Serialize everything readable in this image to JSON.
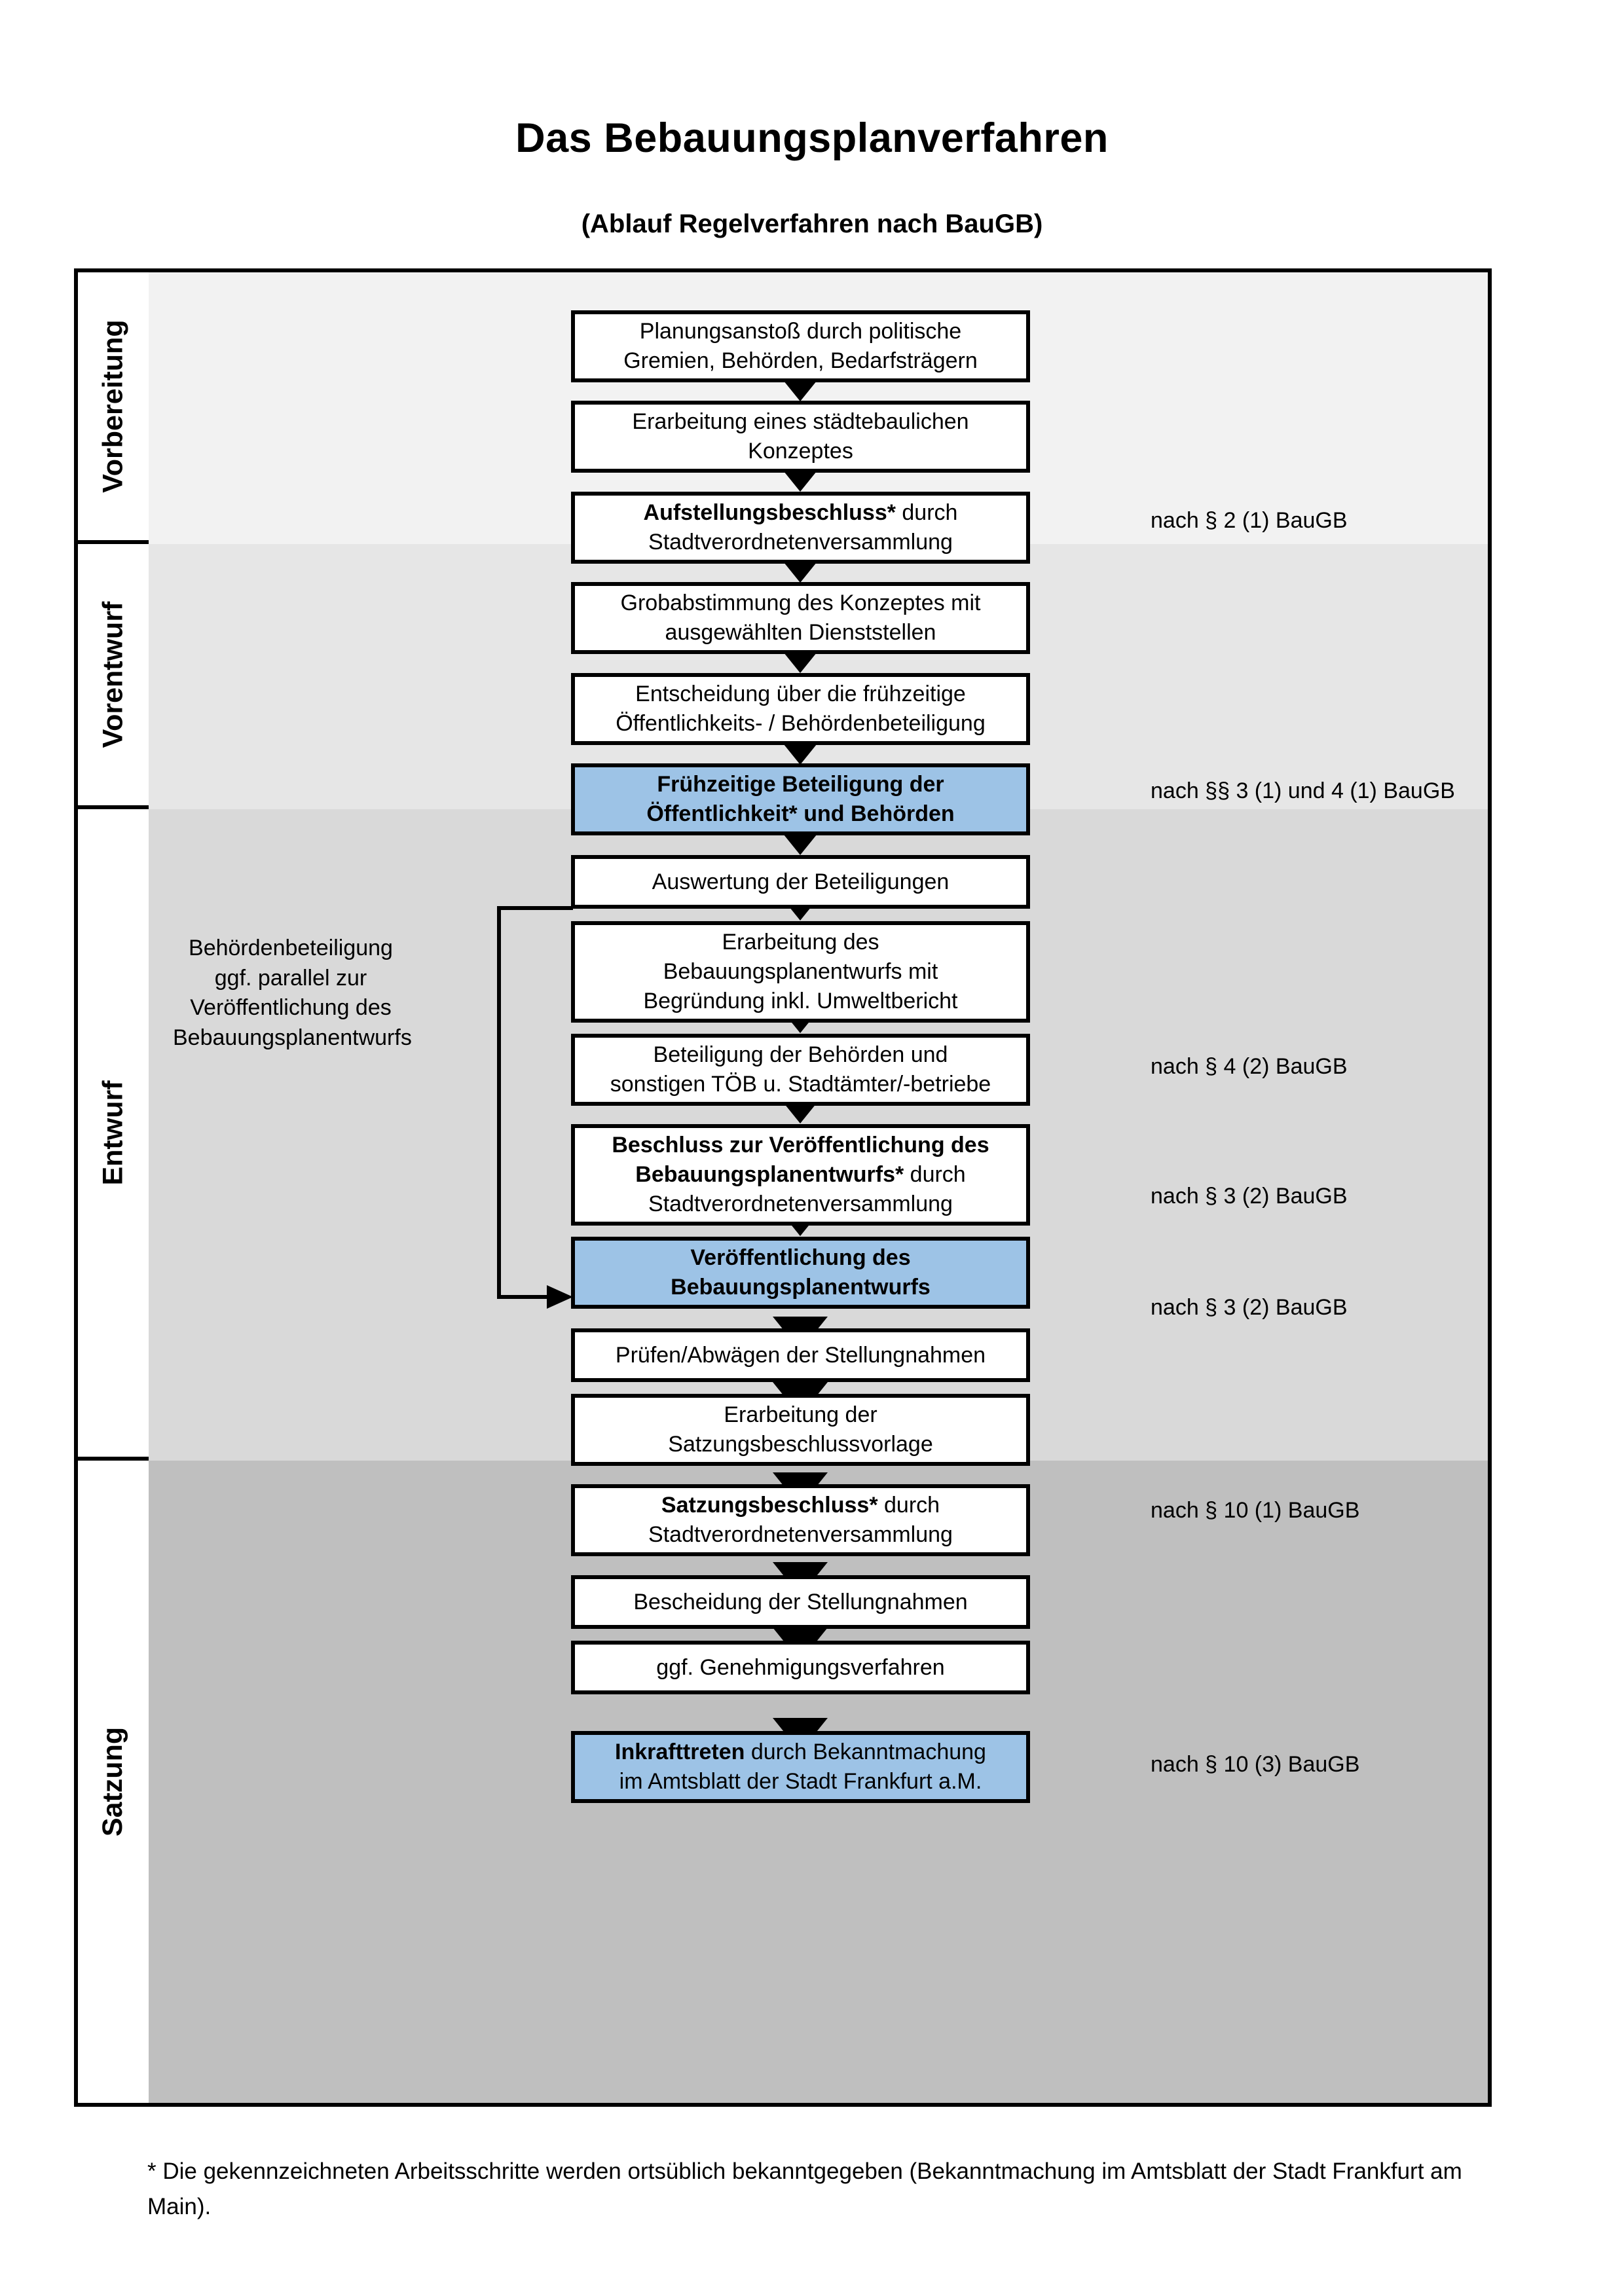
{
  "header": {
    "title": "Das Bebauungsplanverfahren",
    "subtitle": "(Ablauf Regelverfahren nach BauGB)"
  },
  "phases": [
    {
      "label": "Vorbereitung",
      "band_color": "#f2f2f2"
    },
    {
      "label": "Vorentwurf",
      "band_color": "#e6e6e6"
    },
    {
      "label": "Entwurf",
      "band_color": "#d9d9d9"
    },
    {
      "label": "Satzung",
      "band_color": "#bfbfbf"
    }
  ],
  "steps": [
    {
      "id": "planungsanstoss",
      "lines": [
        "Planungsanstoß durch politische",
        "Gremien, Behörden, Bedarfsträgern"
      ],
      "bold": "",
      "highlight": false
    },
    {
      "id": "konzept",
      "lines": [
        "Erarbeitung eines städtebaulichen",
        "Konzeptes"
      ],
      "bold": "",
      "highlight": false
    },
    {
      "id": "aufstellungsbeschluss",
      "lines": [
        "Aufstellungsbeschluss* durch",
        "Stadtverordnetenversammlung"
      ],
      "bold": "Aufstellungsbeschluss*",
      "highlight": false
    },
    {
      "id": "grobabstimmung",
      "lines": [
        "Grobabstimmung des Konzeptes mit",
        "ausgewählten Dienststellen"
      ],
      "bold": "",
      "highlight": false
    },
    {
      "id": "entscheidung",
      "lines": [
        "Entscheidung über die frühzeitige",
        "Öffentlichkeits- / Behördenbeteiligung"
      ],
      "bold": "",
      "highlight": false
    },
    {
      "id": "fruehzeitige-beteiligung",
      "lines": [
        "Frühzeitige Beteiligung der",
        "Öffentlichkeit* und Behörden"
      ],
      "bold": "ALL",
      "highlight": true
    },
    {
      "id": "auswertung",
      "lines": [
        "Auswertung der Beteiligungen"
      ],
      "bold": "",
      "highlight": false
    },
    {
      "id": "erarbeitung-entwurf",
      "lines": [
        "Erarbeitung des",
        "Bebauungsplanentwurfs mit",
        "Begründung inkl. Umweltbericht"
      ],
      "bold": "",
      "highlight": false
    },
    {
      "id": "beteiligung-behoerden",
      "lines": [
        "Beteiligung der Behörden und",
        "sonstigen TÖB u. Stadtämter/-betriebe"
      ],
      "bold": "",
      "highlight": false
    },
    {
      "id": "beschluss-veroeffentlichung",
      "lines": [
        "Beschluss zur Veröffentlichung des",
        "Bebauungsplanentwurfs* durch",
        "Stadtverordnetenversammlung"
      ],
      "bold": "Beschluss zur Veröffentlichung des Bebauungsplanentwurfs*",
      "highlight": false
    },
    {
      "id": "veroeffentlichung",
      "lines": [
        "Veröffentlichung des",
        "Bebauungsplanentwurfs"
      ],
      "bold": "ALL",
      "highlight": true
    },
    {
      "id": "pruefen-abwaegen",
      "lines": [
        "Prüfen/Abwägen der Stellungnahmen"
      ],
      "bold": "",
      "highlight": false
    },
    {
      "id": "satzungsvorlage",
      "lines": [
        "Erarbeitung der",
        "Satzungsbeschlussvorlage"
      ],
      "bold": "",
      "highlight": false
    },
    {
      "id": "satzungsbeschluss",
      "lines": [
        "Satzungsbeschluss* durch",
        "Stadtverordnetenversammlung"
      ],
      "bold": "Satzungsbeschluss*",
      "highlight": false
    },
    {
      "id": "bescheidung",
      "lines": [
        "Bescheidung der Stellungnahmen"
      ],
      "bold": "",
      "highlight": false
    },
    {
      "id": "genehmigungsverfahren",
      "lines": [
        "ggf. Genehmigungsverfahren"
      ],
      "bold": "",
      "highlight": false
    },
    {
      "id": "inkrafttreten",
      "lines": [
        "Inkrafttreten durch Bekanntmachung",
        "im Amtsblatt der Stadt Frankfurt a.M."
      ],
      "bold": "Inkrafttreten",
      "highlight": true
    }
  ],
  "legal_notes": [
    {
      "id": "legal-1",
      "text": "nach § 2 (1) BauGB"
    },
    {
      "id": "legal-2",
      "text": "nach §§ 3 (1) und 4 (1) BauGB"
    },
    {
      "id": "legal-3",
      "text": "nach § 4 (2) BauGB"
    },
    {
      "id": "legal-4",
      "text": "nach § 3 (2) BauGB"
    },
    {
      "id": "legal-5",
      "text": "nach § 3 (2) BauGB"
    },
    {
      "id": "legal-6",
      "text": "nach § 10 (1) BauGB"
    },
    {
      "id": "legal-7",
      "text": "nach § 10 (3) BauGB"
    }
  ],
  "side_note": {
    "lines": [
      "Behördenbeteiligung",
      "ggf. parallel zur",
      "Veröffentlichung des",
      "Bebauungsplanentwurfs"
    ]
  },
  "footnote": "* Die gekennzeichneten Arbeitsschritte werden ortsüblich bekanntgegeben (Bekanntmachung im Amtsblatt  der Stadt Frankfurt am Main).",
  "colors": {
    "highlight_blue": "#9dc3e6",
    "border": "#000000"
  }
}
